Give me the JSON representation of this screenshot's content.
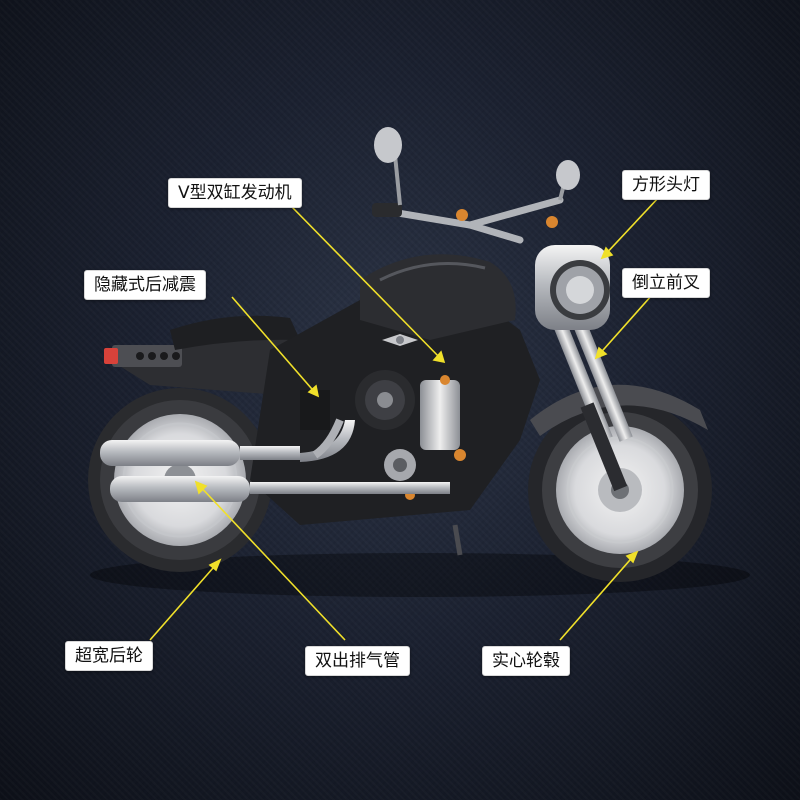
{
  "callouts": {
    "engine": "V型双缸发动机",
    "headlight": "方形头灯",
    "rear_shock": "隐藏式后减震",
    "front_fork": "倒立前叉",
    "rear_wheel": "超宽后轮",
    "exhaust": "双出排气管",
    "hub": "实心轮毂"
  },
  "colors": {
    "background": "#1b2130",
    "leader_line": "#f0e02a",
    "label_bg": "#ffffff"
  }
}
